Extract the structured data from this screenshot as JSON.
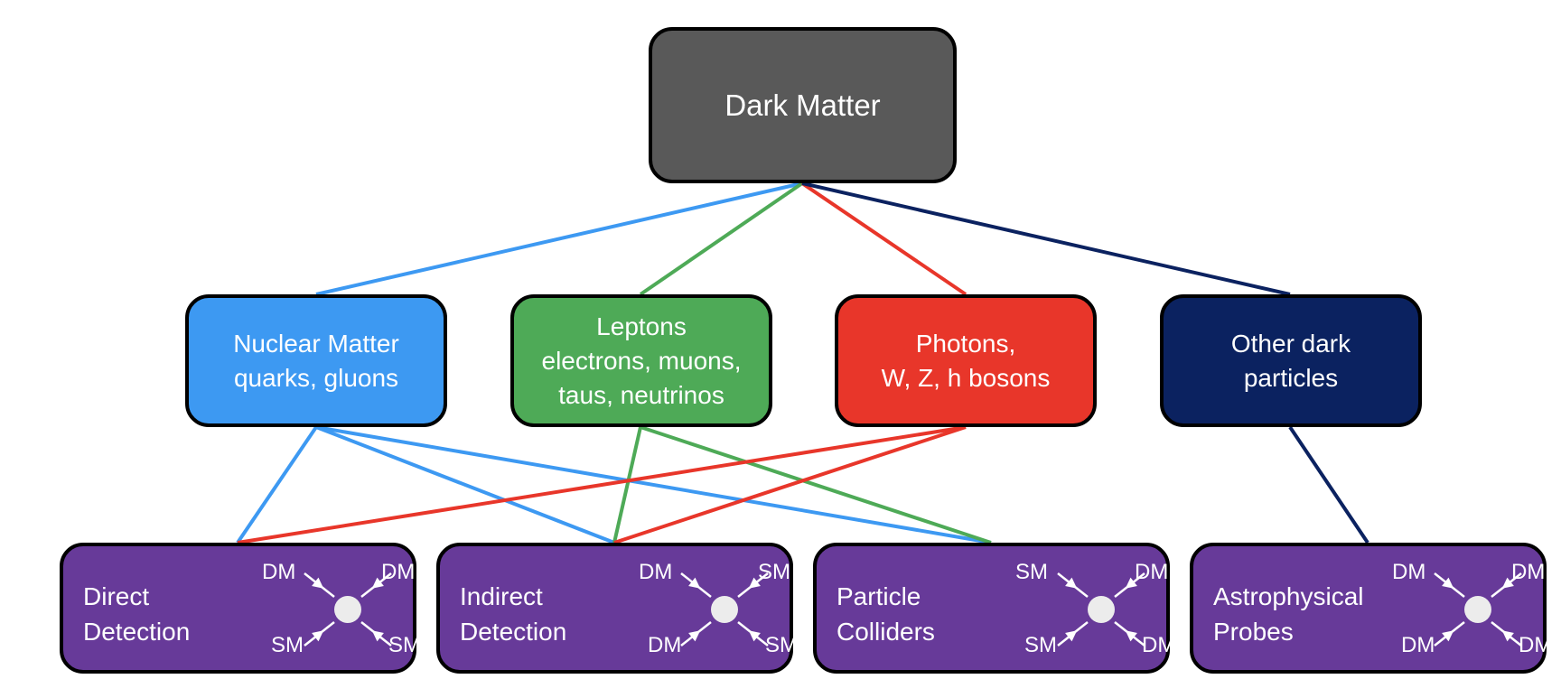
{
  "colors": {
    "root": "#595959",
    "nuclear": "#3d99f2",
    "leptons": "#4eaa57",
    "photons": "#e8362a",
    "other": "#0b2260",
    "detection": "#673a99"
  },
  "root": {
    "label": "Dark Matter"
  },
  "categories": [
    {
      "id": "nuclear",
      "lines": [
        "Nuclear Matter",
        "quarks, gluons"
      ]
    },
    {
      "id": "leptons",
      "lines": [
        "Leptons",
        "electrons, muons,",
        "taus, neutrinos"
      ]
    },
    {
      "id": "photons",
      "lines": [
        "Photons,",
        "W, Z, h bosons"
      ]
    },
    {
      "id": "other",
      "lines": [
        "Other dark",
        "particles"
      ]
    }
  ],
  "detection": [
    {
      "id": "direct",
      "lines": [
        "Direct",
        "Detection"
      ],
      "particles": {
        "top_left": "DM",
        "top_right": "DM",
        "bottom_left": "SM",
        "bottom_right": "SM"
      }
    },
    {
      "id": "indirect",
      "lines": [
        "Indirect",
        "Detection"
      ],
      "particles": {
        "top_left": "DM",
        "top_right": "SM",
        "bottom_left": "DM",
        "bottom_right": "SM"
      }
    },
    {
      "id": "colliders",
      "lines": [
        "Particle",
        "Colliders"
      ],
      "particles": {
        "top_left": "SM",
        "top_right": "DM",
        "bottom_left": "SM",
        "bottom_right": "DM"
      }
    },
    {
      "id": "astro",
      "lines": [
        "Astrophysical",
        "Probes"
      ],
      "particles": {
        "top_left": "DM",
        "top_right": "DM",
        "bottom_left": "DM",
        "bottom_right": "DM"
      }
    }
  ],
  "connections": [
    {
      "from": "root",
      "to": "nuclear",
      "color_key": "nuclear"
    },
    {
      "from": "root",
      "to": "leptons",
      "color_key": "leptons"
    },
    {
      "from": "root",
      "to": "photons",
      "color_key": "photons"
    },
    {
      "from": "root",
      "to": "other",
      "color_key": "other"
    },
    {
      "from": "nuclear",
      "to": "direct",
      "color_key": "nuclear"
    },
    {
      "from": "nuclear",
      "to": "indirect",
      "color_key": "nuclear"
    },
    {
      "from": "nuclear",
      "to": "colliders",
      "color_key": "nuclear"
    },
    {
      "from": "leptons",
      "to": "indirect",
      "color_key": "leptons"
    },
    {
      "from": "leptons",
      "to": "colliders",
      "color_key": "leptons"
    },
    {
      "from": "photons",
      "to": "direct",
      "color_key": "photons"
    },
    {
      "from": "photons",
      "to": "indirect",
      "color_key": "photons"
    },
    {
      "from": "other",
      "to": "astro",
      "color_key": "other"
    }
  ]
}
